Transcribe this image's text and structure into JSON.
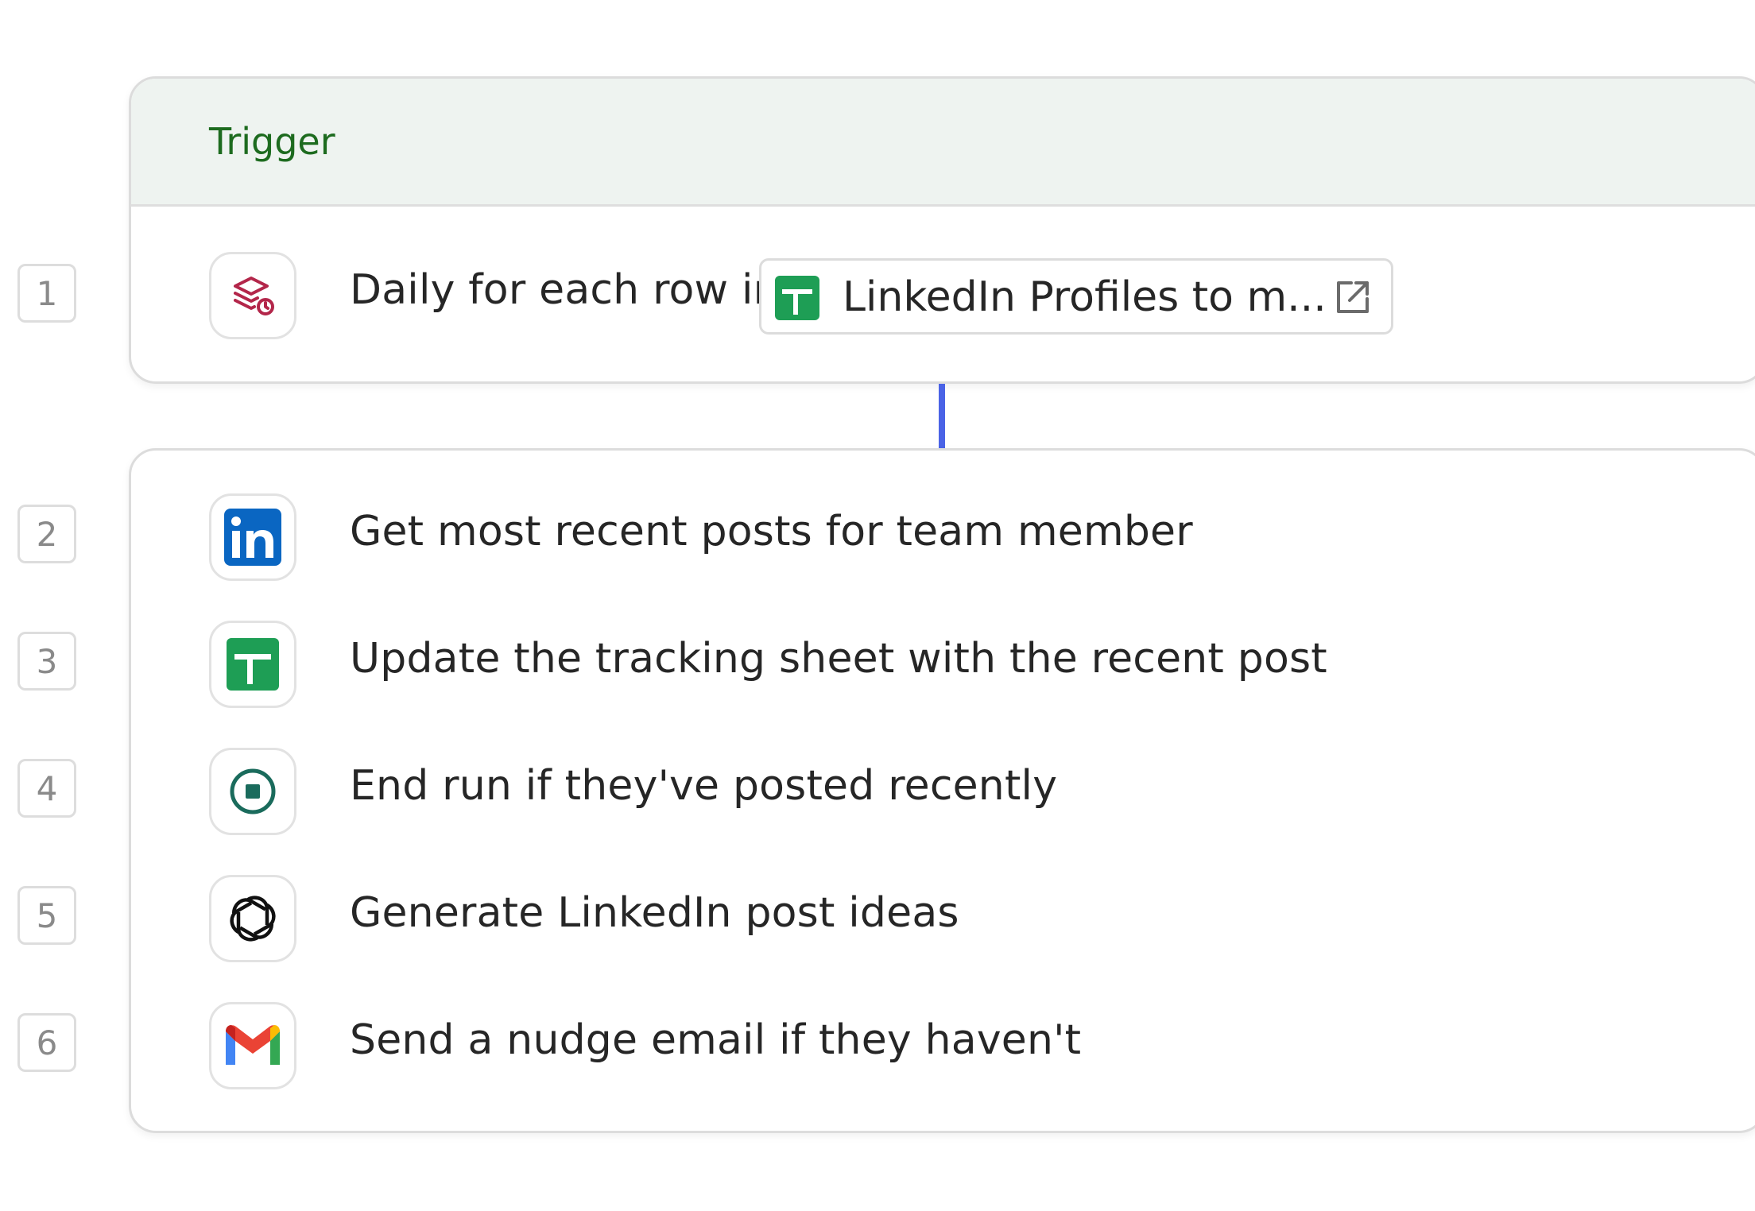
{
  "trigger": {
    "header_label": "Trigger",
    "step_number": "1",
    "text": "Daily for each row in",
    "icon": "scheduled-layers-icon",
    "sheet_chip": {
      "label": "LinkedIn Profiles to m...",
      "icon": "google-sheets-icon",
      "action_icon": "open-external-icon"
    }
  },
  "steps": [
    {
      "number": "2",
      "label": "Get most recent posts for team member",
      "icon": "linkedin-icon"
    },
    {
      "number": "3",
      "label": "Update the tracking sheet with the recent post",
      "icon": "google-sheets-icon"
    },
    {
      "number": "4",
      "label": "End run if they've posted recently",
      "icon": "stop-circle-icon"
    },
    {
      "number": "5",
      "label": "Generate LinkedIn post ideas",
      "icon": "openai-icon"
    },
    {
      "number": "6",
      "label": "Send a nudge email if they haven't",
      "icon": "gmail-icon"
    }
  ],
  "colors": {
    "trigger_header_text": "#1d6b1f",
    "trigger_header_bg": "#eef3f0",
    "connector": "#4a63e6",
    "sheets_green": "#1e9e55",
    "linkedin_blue": "#0a66c2",
    "schedule_red": "#b3264a",
    "stop_teal": "#1a6b5c"
  }
}
